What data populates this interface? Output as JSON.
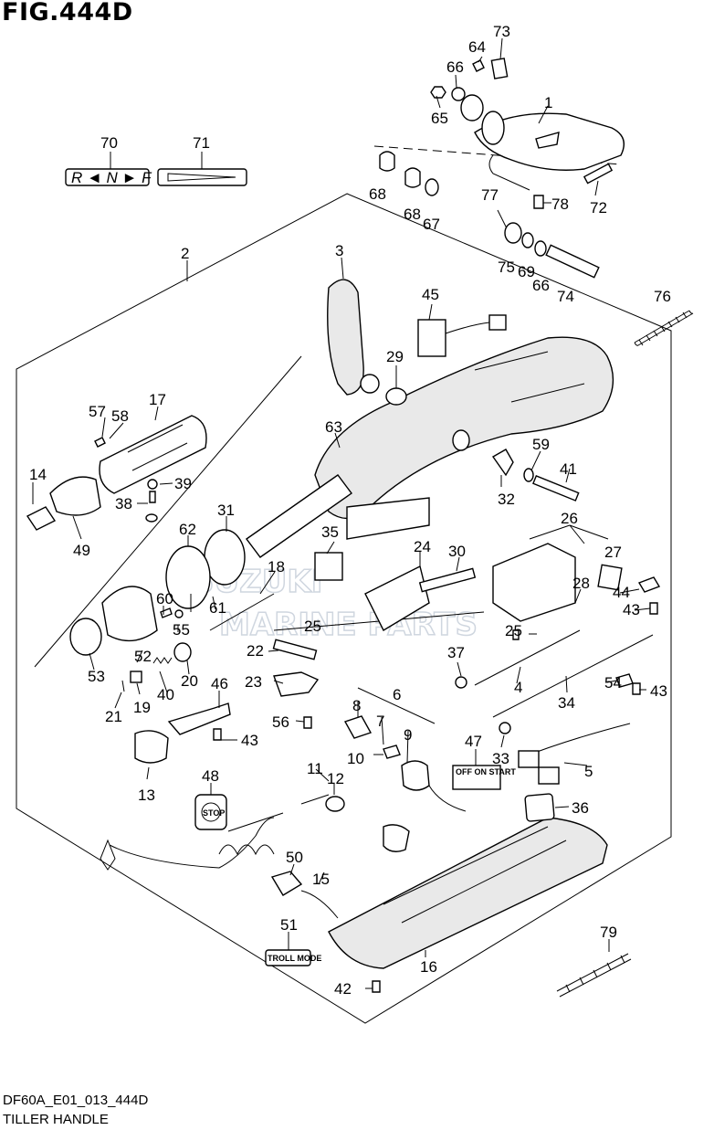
{
  "figure": {
    "title": "FIG.444D",
    "code": "DF60A_E01_013_444D",
    "caption": "TILLER HANDLE",
    "watermark_lines": [
      "SUZUKI",
      "MARINE PARTS"
    ]
  },
  "labels": {
    "gear_shift_label": "R ◄ N ► F",
    "off_switch_tag": "OFF  ON START",
    "stop_tag": "STOP",
    "troll_mode_tag": "TROLL MODE"
  },
  "callouts": [
    "1",
    "2",
    "3",
    "4",
    "5",
    "6",
    "7",
    "8",
    "9",
    "10",
    "11",
    "12",
    "13",
    "14",
    "15",
    "16",
    "17",
    "18",
    "19",
    "20",
    "21",
    "22",
    "23",
    "24",
    "25",
    "26",
    "27",
    "28",
    "29",
    "30",
    "31",
    "32",
    "33",
    "34",
    "35",
    "36",
    "37",
    "38",
    "39",
    "40",
    "41",
    "42",
    "43",
    "44",
    "45",
    "46",
    "47",
    "48",
    "49",
    "50",
    "51",
    "52",
    "53",
    "54",
    "55",
    "56",
    "57",
    "58",
    "59",
    "60",
    "61",
    "62",
    "63",
    "64",
    "65",
    "66",
    "67",
    "68",
    "69",
    "70",
    "71",
    "72",
    "73",
    "74",
    "75",
    "76",
    "77",
    "78",
    "79"
  ],
  "colors": {
    "line": "#000000",
    "background": "#ffffff",
    "watermark": "#cfd6df"
  }
}
